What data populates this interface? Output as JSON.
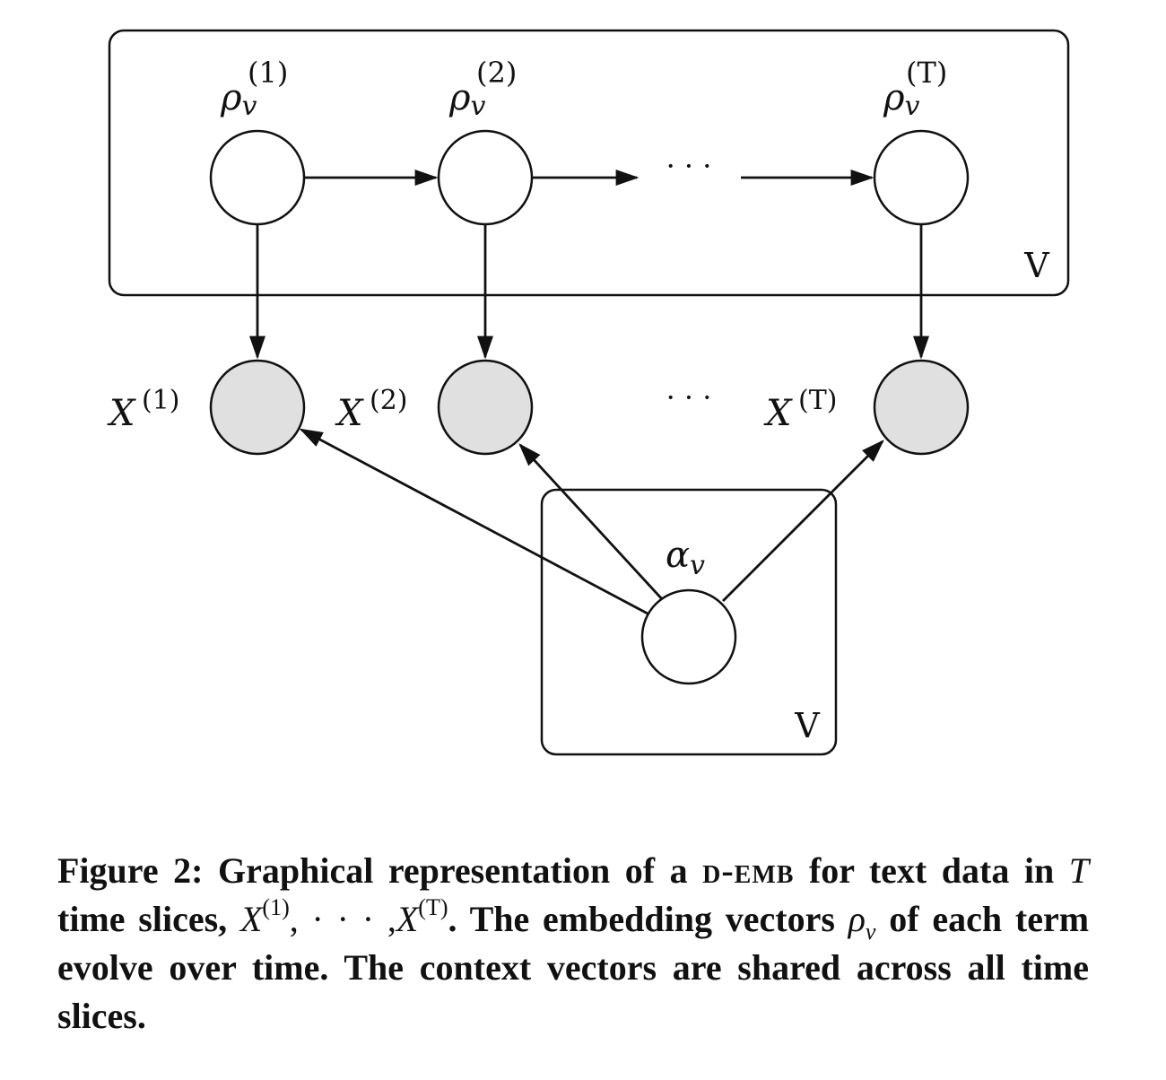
{
  "nodes": {
    "rho1": {
      "symbol": "ρ",
      "sub": "v",
      "sup": "(1)"
    },
    "rho2": {
      "symbol": "ρ",
      "sub": "v",
      "sup": "(2)"
    },
    "rhoT": {
      "symbol": "ρ",
      "sub": "v",
      "sup": "(T)"
    },
    "x1": {
      "symbol": "X",
      "sup": "(1)"
    },
    "x2": {
      "symbol": "X",
      "sup": "(2)"
    },
    "xT": {
      "symbol": "X",
      "sup": "(T)"
    },
    "alpha": {
      "symbol": "α",
      "sub": "v"
    }
  },
  "ellipsis": "· · ·",
  "plates": {
    "top_label": "V",
    "bottom_label": "V"
  },
  "colors": {
    "observed_fill": "#e0e0e0",
    "latent_fill": "#ffffff",
    "stroke": "#111111"
  },
  "caption": {
    "figure_label": "Figure 2:",
    "part1": "Graphical representation of a",
    "model_name": "d-emb",
    "part2": "for text data in",
    "T": "T",
    "part3": "time slices,",
    "x_sym": "X",
    "x1_sup": "(1)",
    "seq_sep": ", · · · ,",
    "xT_sup": "(T)",
    "part4": ". The embedding vectors",
    "rho_sym": "ρ",
    "rho_sub": "v",
    "part5": "of each term evolve over time. The context vectors are shared across all time slices."
  }
}
